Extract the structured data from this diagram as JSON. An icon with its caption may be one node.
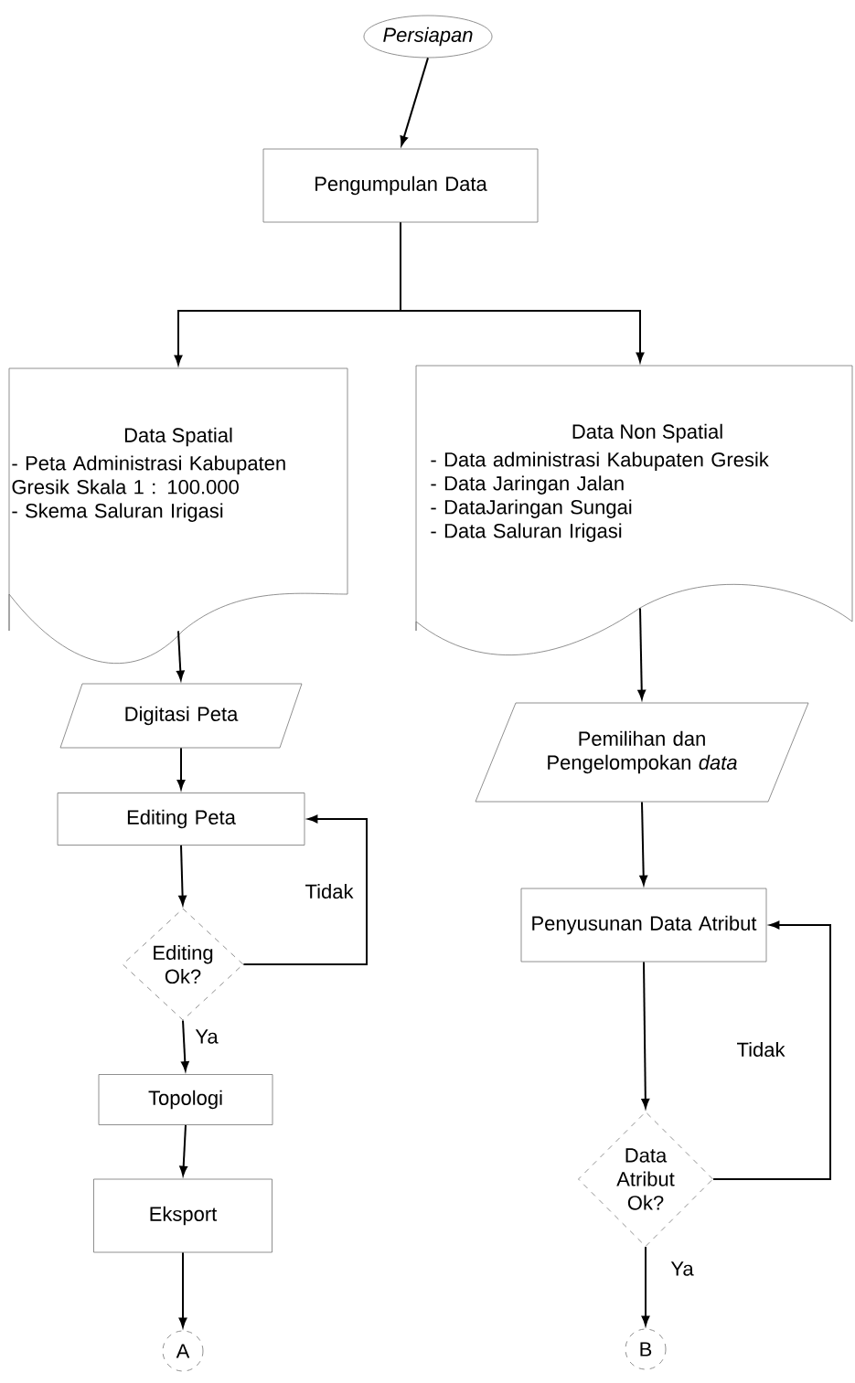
{
  "diagram": {
    "nodes": [
      {
        "text": [
          "Persiapan"
        ]
      },
      {
        "text": [
          "Pengumpulan Data"
        ]
      },
      {
        "text": [
          "Data Spatial",
          "- Peta Administrasi Kabupaten Gresik Skala 1 : 100.000",
          "- Skema Saluran Irigasi"
        ]
      },
      {
        "text": [
          "Data Non Spatial",
          "- Data administrasi  Kabupaten Gresik",
          "- Data Jaringan Jalan",
          "- DataJaringan Sungai",
          "- Data Saluran Irigasi"
        ]
      },
      {
        "text": [
          "Digitasi Peta"
        ]
      },
      {
        "text": [
          "Editing Peta"
        ]
      },
      {
        "text": [
          "Editing Ok?"
        ]
      },
      {
        "text": [
          "Topologi"
        ]
      },
      {
        "text": [
          "Eksport"
        ]
      },
      {
        "text": [
          "A"
        ]
      },
      {
        "text": [
          "Pemilihan dan Pengelompokan *data*"
        ]
      },
      {
        "text": [
          "Penyusunan Data Atribut"
        ]
      },
      {
        "text": [
          "Data Atribut Ok?"
        ]
      },
      {
        "text": [
          "B"
        ]
      }
    ],
    "edges": [
      {
        "from": 0,
        "to": 1,
        "arrow": "to"
      },
      {
        "from": 1,
        "to": 2,
        "arrow": "to"
      },
      {
        "from": 1,
        "to": 3,
        "arrow": "to"
      },
      {
        "from": 2,
        "to": 4,
        "arrow": "to"
      },
      {
        "from": 4,
        "to": 5,
        "arrow": "to"
      },
      {
        "from": 5,
        "to": 6,
        "arrow": "to"
      },
      {
        "from": 6,
        "to": 5,
        "arrow": "to",
        "label": "Tidak"
      },
      {
        "from": 6,
        "to": 7,
        "arrow": "to",
        "label": "Ya"
      },
      {
        "from": 7,
        "to": 8,
        "arrow": "to"
      },
      {
        "from": 8,
        "to": 9,
        "arrow": "to"
      },
      {
        "from": 3,
        "to": 10,
        "arrow": "to"
      },
      {
        "from": 10,
        "to": 11,
        "arrow": "to"
      },
      {
        "from": 11,
        "to": 12,
        "arrow": "to"
      },
      {
        "from": 12,
        "to": 11,
        "arrow": "to",
        "label": "Tidak"
      },
      {
        "from": 12,
        "to": 13,
        "arrow": "to",
        "label": "Ya"
      }
    ]
  }
}
